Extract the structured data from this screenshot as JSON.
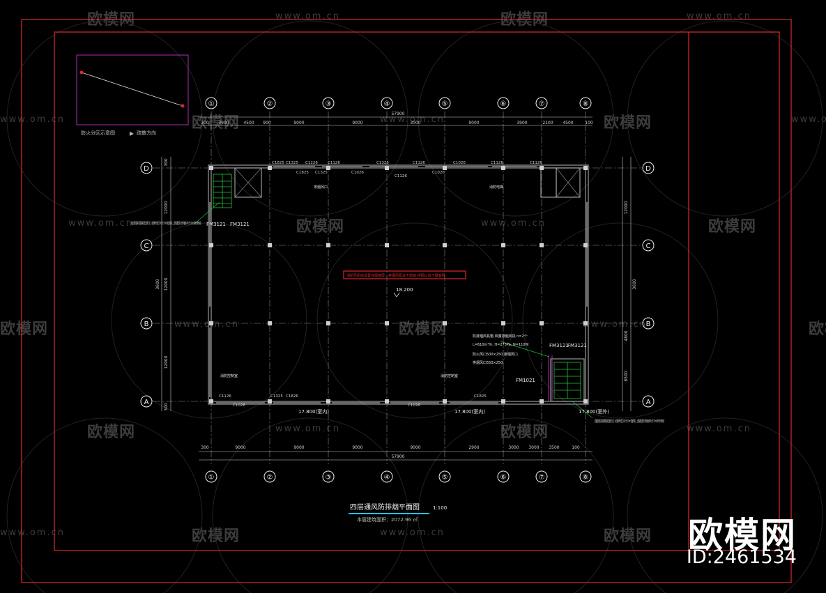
{
  "drawing": {
    "title": "四层通风防排烟平面图",
    "scale": "1:100",
    "area_note": "本层建筑面积：2072.96 ㎡",
    "total_dim": "57900",
    "axes_x": [
      "①",
      "②",
      "③",
      "④",
      "⑤",
      "⑥",
      "⑦",
      "⑧"
    ],
    "axes_y": [
      "D",
      "C",
      "B",
      "A"
    ],
    "top_dims": [
      "300",
      "3900",
      "4500",
      "900",
      "9000",
      "9000",
      "3000",
      "9000",
      "3900",
      "2100",
      "4500",
      "100"
    ],
    "bottom_dims": [
      "300",
      "9000",
      "9000",
      "9000",
      "9000",
      "2900",
      "3000",
      "3000",
      "3500",
      "100"
    ],
    "left_dims": [
      "300",
      "12000",
      "3600",
      "12000",
      "300"
    ],
    "left_dims_inner": [
      "12000",
      "12000"
    ],
    "right_dims": [
      "12000",
      "3600",
      "4800",
      "8500"
    ],
    "fire_door_labels": [
      "FM3121",
      "FM3121",
      "FM3121",
      "FM3121",
      "FM1021"
    ],
    "level_labels": [
      "18.200",
      "17.800(室内)",
      "17.800(室内)",
      "17.800(室外)"
    ],
    "window_labels": [
      "C1825",
      "C1325",
      "C1226",
      "C1126",
      "C1325",
      "C1126",
      "C1026",
      "C1126",
      "C1126",
      "C1825",
      "C1026",
      "C1026",
      "C1126",
      "C1325",
      "C1126",
      "C1325",
      "C1826",
      "C1026",
      "C1026",
      "C1825"
    ],
    "key_plan": {
      "legend_zone": "防火分区示意图",
      "legend_arrow": "疏散方向"
    },
    "notes": {
      "stair_left": "前室送风竖井设置机械加压送风方式，余压阀开启压力不小于2.0m²前室外墙，上部设置送风口开启面积不小于1.0m²的可开启外窗",
      "stair_right": "前室送风竖井设置机械加压送风方式，余压阀开启压力不小于2.0m²前室外墙，上部设置送风口开启面积不小于1.0m²的可开启外窗",
      "fan": "防排烟风机箱 风量排烟风机 n=2个",
      "fan_spec": "L=610m³/h, H=275Pa, N=110W",
      "duct1": "防火风口500×250 排烟风口",
      "duct2": "排烟风口550×250",
      "room1": "消防控制室",
      "room2": "排烟风口",
      "room3": "消防控制室",
      "room4": "消防电梯",
      "red_box": "消防风机房设置在屋面层，排烟风机设于屋面 排烟口设于屋面层"
    }
  },
  "watermark": {
    "cn": "欧模网",
    "url": "www.om.cn"
  },
  "brand": {
    "name": "欧模网",
    "id": "ID:2461534"
  },
  "colors": {
    "frame": "#e0282d",
    "axis": "#f2f2f2",
    "dim": "#cfcfcf",
    "wall": "#9a9a9a",
    "stair": "#21c43b",
    "accent": "#20c5e6",
    "magenta": "#b42db4",
    "text": "#e8e8e8"
  }
}
